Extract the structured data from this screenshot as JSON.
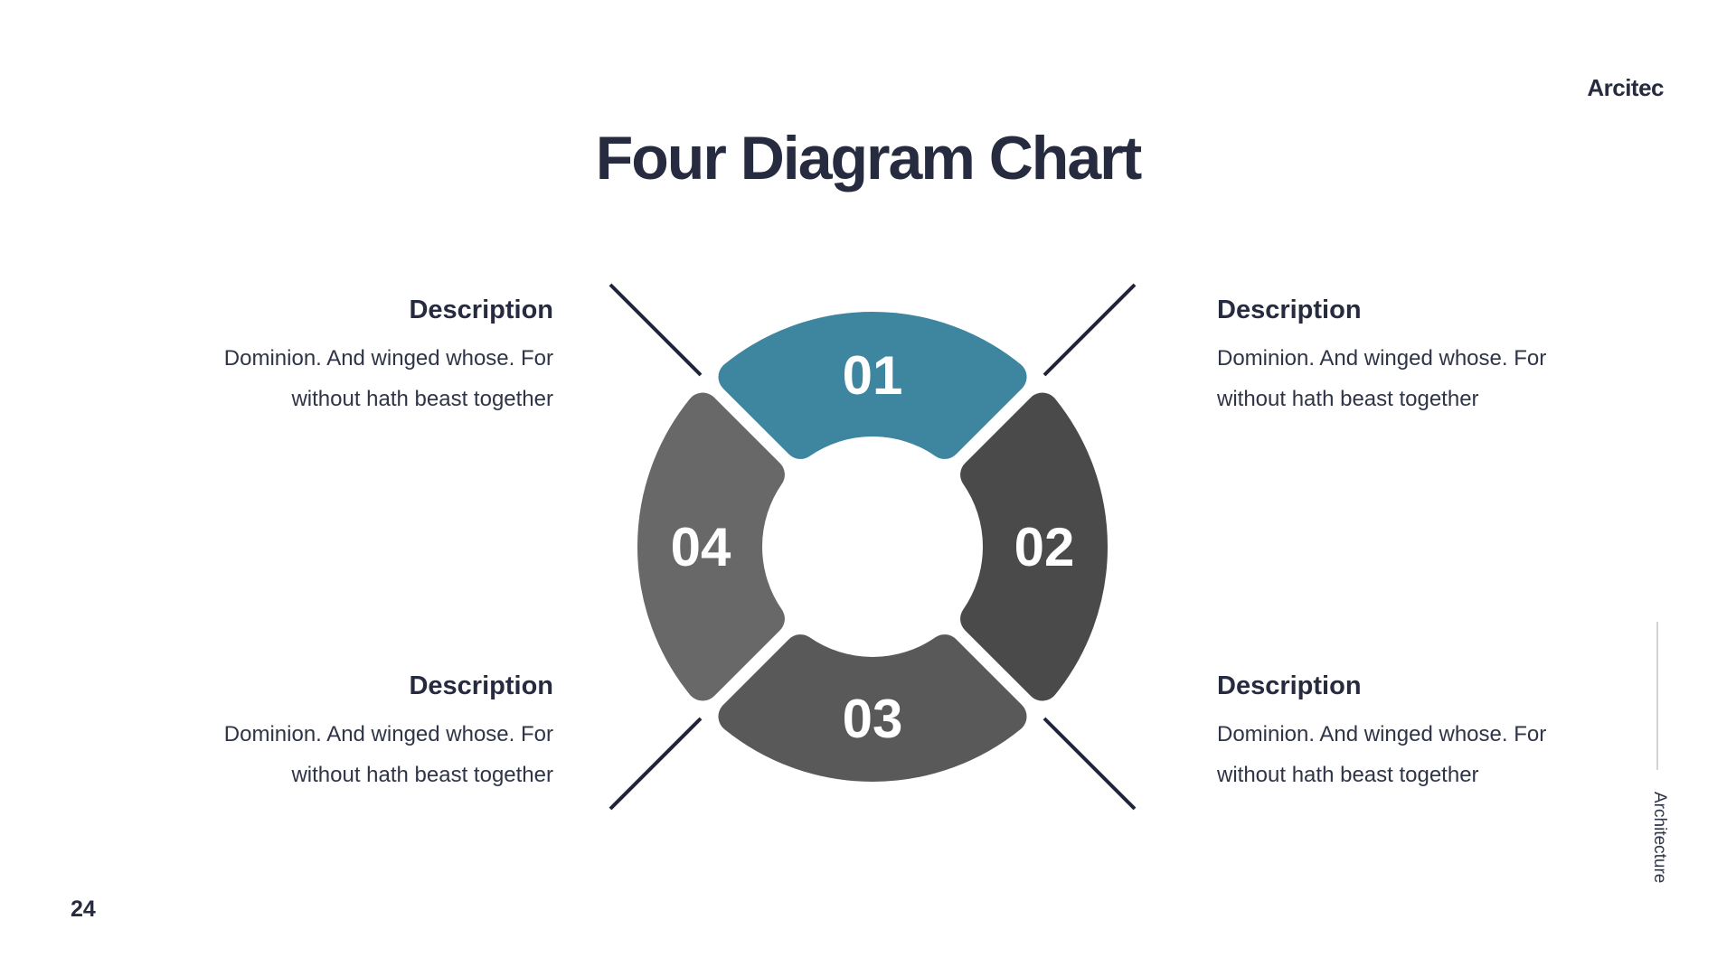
{
  "brand": "Arcitec",
  "title": "Four Diagram Chart",
  "page_number": "24",
  "side_label": "Architecture",
  "descriptions": {
    "top_left": {
      "heading": "Description",
      "lines": [
        "Dominion. And winged whose. For",
        "without hath beast together"
      ]
    },
    "top_right": {
      "heading": "Description",
      "lines": [
        "Dominion. And winged whose. For",
        "without hath beast together"
      ]
    },
    "bottom_left": {
      "heading": "Description",
      "lines": [
        "Dominion. And winged whose. For",
        "without hath beast together"
      ]
    },
    "bottom_right": {
      "heading": "Description",
      "lines": [
        "Dominion. And winged whose. For",
        "without hath beast together"
      ]
    }
  },
  "diagram": {
    "type": "donut-cycle",
    "segments": [
      {
        "label": "01",
        "position": "top",
        "color": "#3e86a0"
      },
      {
        "label": "02",
        "position": "right",
        "color": "#4a4a4a"
      },
      {
        "label": "03",
        "position": "bottom",
        "color": "#595959"
      },
      {
        "label": "04",
        "position": "left",
        "color": "#686868"
      }
    ],
    "corner_line_color": "#20243a"
  },
  "colors": {
    "accent_teal": "#3e86a0",
    "text_dark": "#262b3f",
    "divider_gray": "#d4d4d4",
    "background": "#ffffff"
  }
}
